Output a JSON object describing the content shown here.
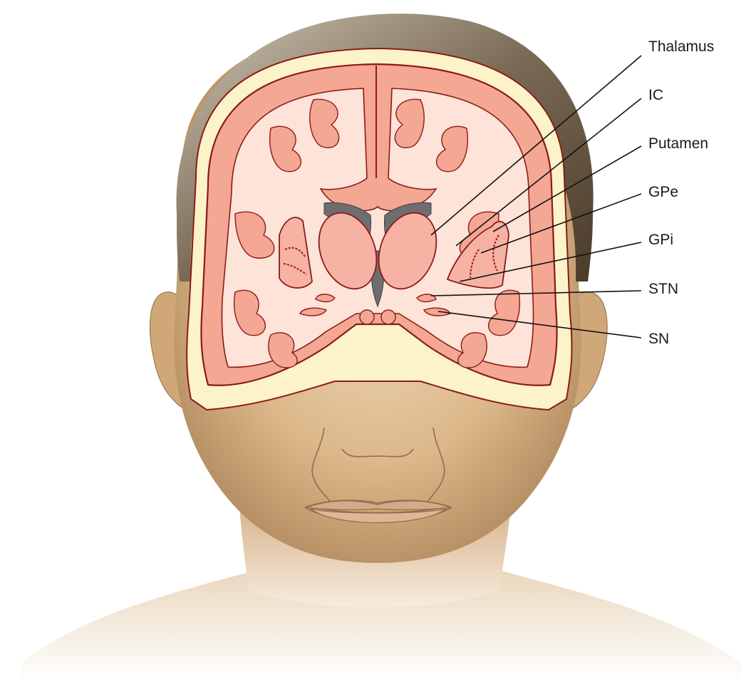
{
  "diagram": {
    "labels": [
      "Thalamus",
      "IC",
      "Putamen",
      "GPe",
      "GPi",
      "STN",
      "SN"
    ]
  },
  "colors": {
    "skin_light": "#e9cfaa",
    "skin_mid": "#d2ad7d",
    "skin_dark": "#9a7a55",
    "hair": "#5a4a3a",
    "skull": "#fdf3c8",
    "cortex": "#f4a793",
    "white_matter": "#fde3d8",
    "outline": "#8b1a1a",
    "ventricle": "#6e6e70",
    "nuclei": "#f6b3a3"
  }
}
